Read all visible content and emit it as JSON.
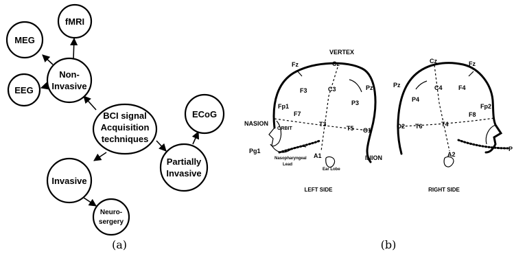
{
  "diagram_a": {
    "nodes": {
      "fmri": "fMRI",
      "meg": "MEG",
      "noninvasive": [
        "Non-",
        "Invasive"
      ],
      "eeg": "EEG",
      "bci": [
        "BCI signal",
        "Acquisition",
        "techniques"
      ],
      "ecog": "ECoG",
      "partial": [
        "Partially",
        "Invasive"
      ],
      "invasive": "Invasive",
      "neuro": [
        "Neuro-",
        "sergery"
      ]
    },
    "caption": "(a)"
  },
  "diagram_b": {
    "left": {
      "vertex": "VERTEX",
      "fz": "Fz",
      "cz": "Cz",
      "pz": "Pz",
      "f3": "F3",
      "c3": "C3",
      "p3": "P3",
      "fp1": "Fp1",
      "f7": "F7",
      "t3": "T3",
      "t5": "T5",
      "o1": "O1",
      "nasion": "NASION",
      "orbit": "ORBIT",
      "pg1": "Pg1",
      "a1": "A1",
      "nasopharyngeal": [
        "Nasopharyngeal",
        "Lead"
      ],
      "earlobe": "Ear Lobe",
      "inion": "INION",
      "side": "LEFT SIDE"
    },
    "right": {
      "cz": "Cz",
      "fz": "Fz",
      "pz": "Pz",
      "p4": "P4",
      "c4": "C4",
      "f4": "F4",
      "fp2": "Fp2",
      "f8": "F8",
      "o2": "O2",
      "t6": "T6",
      "t4": "T4",
      "a2": "A2",
      "pg_partial": "P",
      "side": "RIGHT SIDE"
    },
    "caption": "(b)"
  }
}
